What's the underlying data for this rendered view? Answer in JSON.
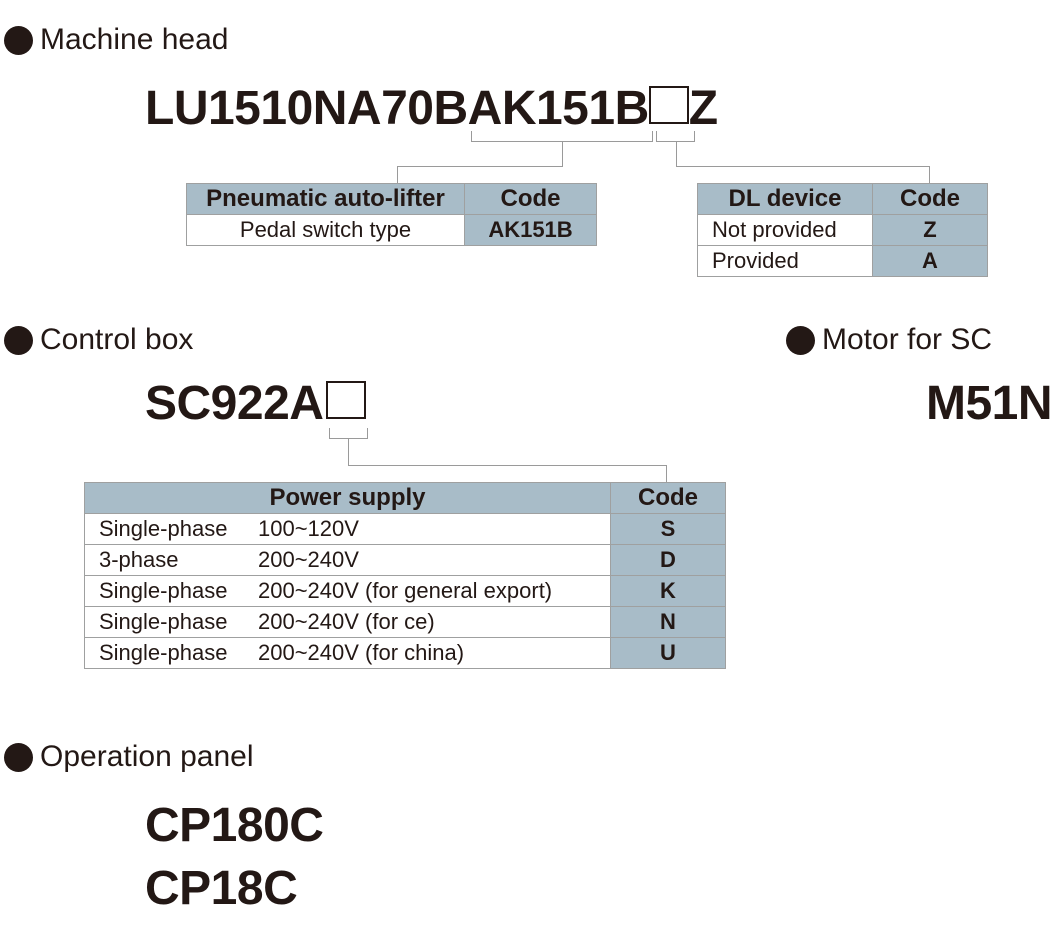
{
  "machine_head": {
    "heading": "Machine head",
    "model_prefix": "LU1510NA70B",
    "model_segment": "AK151B",
    "model_suffix": "Z",
    "lifter_table": {
      "header": [
        "Pneumatic auto-lifter",
        "Code"
      ],
      "rows": [
        {
          "label": "Pedal switch type",
          "code": "AK151B"
        }
      ]
    },
    "dl_table": {
      "header": [
        "DL device",
        "Code"
      ],
      "rows": [
        {
          "label": "Not provided",
          "code": "Z"
        },
        {
          "label": "Provided",
          "code": "A"
        }
      ]
    }
  },
  "control_box": {
    "heading": "Control box",
    "model_prefix": "SC922A",
    "power_table": {
      "header": [
        "Power supply",
        "Code"
      ],
      "rows": [
        {
          "phase": "Single-phase",
          "spec": "100~120V",
          "code": "S"
        },
        {
          "phase": "3-phase",
          "spec": "200~240V",
          "code": "D"
        },
        {
          "phase": "Single-phase",
          "spec": "200~240V (for general export)",
          "code": "K"
        },
        {
          "phase": "Single-phase",
          "spec": "200~240V (for ce)",
          "code": "N"
        },
        {
          "phase": "Single-phase",
          "spec": "200~240V (for china)",
          "code": "U"
        }
      ]
    }
  },
  "motor": {
    "heading": "Motor for SC",
    "model": "M51N"
  },
  "operation_panel": {
    "heading": "Operation panel",
    "models": [
      "CP180C",
      "CP18C"
    ]
  }
}
